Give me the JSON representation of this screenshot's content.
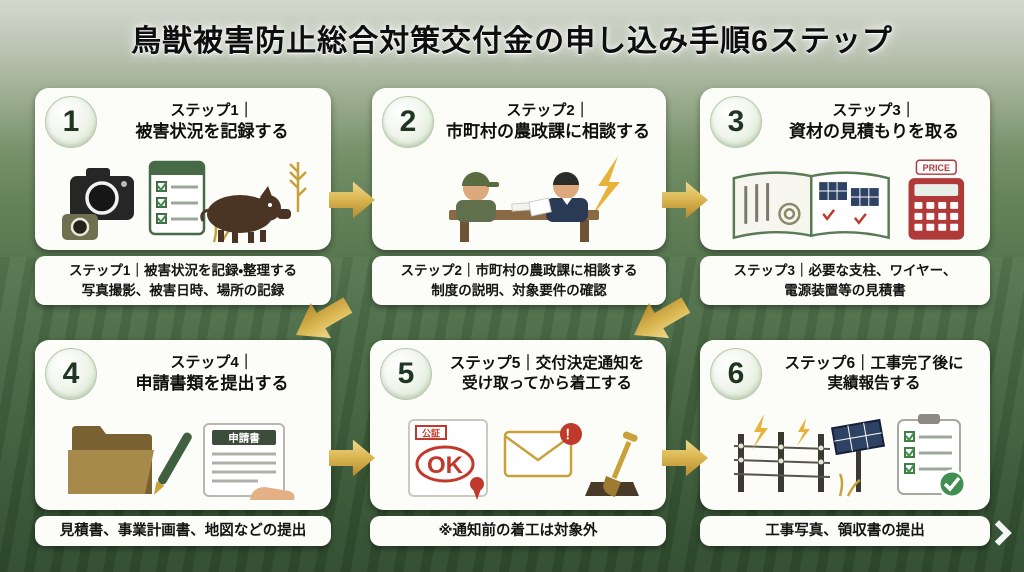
{
  "title": "鳥獣被害防止総合対策交付金の申し込み手順6ステップ",
  "colors": {
    "arrow_gold": "#c9a13b",
    "card_background": "#fcfcf8",
    "step_number_green": "#203620",
    "stamp_red": "#c0392b"
  },
  "steps": [
    {
      "number": "1",
      "header_line1": "ステップ1｜",
      "header_line2": "被害状況を記録する",
      "caption_line1": "ステップ1｜被害状況を記録・整理する",
      "caption_line2": "写真撮影、被害日時、場所の記録"
    },
    {
      "number": "2",
      "header_line1": "ステップ2｜",
      "header_line2": "市町村の農政課に相談する",
      "caption_line1": "ステップ2｜市町村の農政課に相談する",
      "caption_line2": "制度の説明、対象要件の確認"
    },
    {
      "number": "3",
      "header_line1": "ステップ3｜",
      "header_line2": "資材の見積もりを取る",
      "caption_line1": "ステップ3｜必要な支柱、ワイヤー、",
      "caption_line2": "電源装置等の見積書"
    },
    {
      "number": "4",
      "header_line1": "ステップ4｜",
      "header_line2": "申請書類を提出する",
      "caption_line1": "見積書、事業計画書、地図などの提出",
      "caption_line2": ""
    },
    {
      "number": "5",
      "header_line1": "ステップ5｜交付決定通知を",
      "header_line2": "受け取ってから着工する",
      "caption_line1": "※通知前の着工は対象外",
      "caption_line2": ""
    },
    {
      "number": "6",
      "header_line1": "ステップ6｜工事完了後に",
      "header_line2": "実績報告する",
      "caption_line1": "工事写真、領収書の提出",
      "caption_line2": ""
    }
  ],
  "illustrations": {
    "price_label": "PRICE",
    "application_doc_label": "申請書",
    "notary_label": "公証",
    "ok_stamp": "OK",
    "alert_mark": "！"
  },
  "icons": {
    "step1": [
      "camera-icon",
      "small-camera-icon",
      "checklist-icon",
      "wild-boar-icon",
      "wheat-icon"
    ],
    "step2": [
      "farmer-icon",
      "official-icon",
      "desk-icon",
      "lightning-icon"
    ],
    "step3": [
      "catalog-icon",
      "pole-icon",
      "wire-coil-icon",
      "solar-panel-icon",
      "calculator-icon"
    ],
    "step4": [
      "folder-icon",
      "pen-icon",
      "application-document-icon",
      "hand-icon"
    ],
    "step5": [
      "approval-certificate-icon",
      "ok-stamp-icon",
      "notice-envelope-icon",
      "alert-icon",
      "shovel-icon",
      "dirt-mound-icon"
    ],
    "step6": [
      "electric-fence-icon",
      "lightning-icon",
      "solar-panel-icon",
      "report-checklist-icon",
      "check-circle-icon"
    ]
  }
}
